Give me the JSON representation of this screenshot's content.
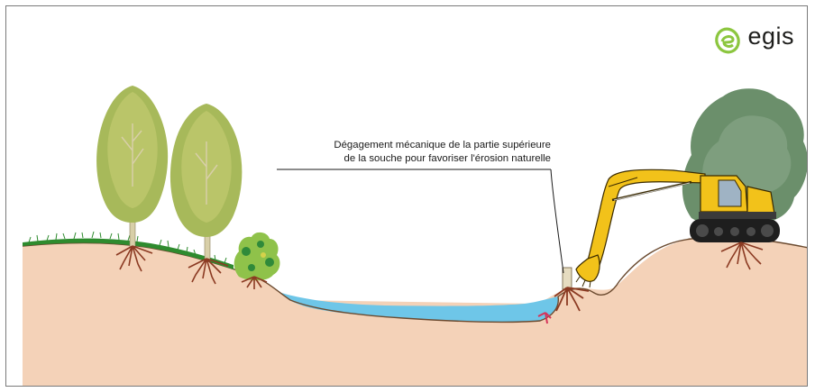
{
  "annotation": {
    "line1": "Dégagement mécanique de la partie supérieure",
    "line2": "de la souche pour favoriser l'érosion naturelle"
  },
  "logo": {
    "text": "egis",
    "icon": "egis-e-leaf-icon",
    "color": "#8cc63f"
  },
  "colors": {
    "ground": "#f4d2b8",
    "water": "#6ec6e8",
    "grass": "#2e8b2e",
    "tree_canopy": "#a7b95a",
    "bush": "#8fc24a",
    "dark_tree": "#6b8f6b",
    "roots": "#8b3a22",
    "excavator": "#f2c21a"
  }
}
